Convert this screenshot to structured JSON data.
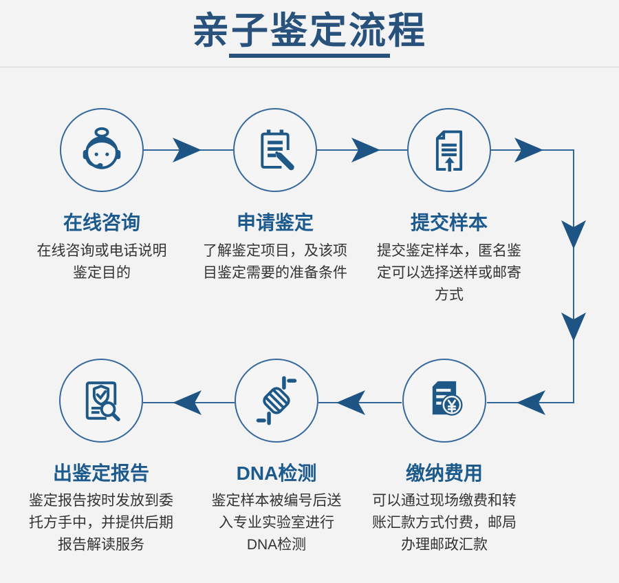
{
  "page": {
    "background": "#f3f3f3",
    "accent_dark_blue": "#28517c",
    "accent_blue": "#1c5a8e",
    "icon_blue": "#1e5887",
    "line_blue": "#30669a",
    "body_text_color": "#333333"
  },
  "header": {
    "title": "亲子鉴定流程"
  },
  "steps": [
    {
      "order": 1,
      "title": "在线咨询",
      "desc": "在线咨询或电话说明\n鉴定目的",
      "icon": "customer-service-icon"
    },
    {
      "order": 2,
      "title": "申请鉴定",
      "desc": "了解鉴定项目，及该项\n目鉴定需要的准备条件",
      "icon": "apply-form-icon"
    },
    {
      "order": 3,
      "title": "提交样本",
      "desc": "提交鉴定样本，匿名鉴\n定可以选择送样或邮寄\n方式",
      "icon": "upload-document-icon"
    },
    {
      "order": 4,
      "title": "缴纳费用",
      "desc": "可以通过现场缴费和转\n账汇款方式付费，邮局\n办理邮政汇款",
      "icon": "payment-icon"
    },
    {
      "order": 5,
      "title": "DNA检测",
      "desc": "鉴定样本被编号后送\n入专业实验室进行\nDNA检测",
      "icon": "dna-icon"
    },
    {
      "order": 6,
      "title": "出鉴定报告",
      "desc": "鉴定报告按时发放到委\n托方手中，并提供后期\n报告解读服务",
      "icon": "report-icon"
    }
  ]
}
